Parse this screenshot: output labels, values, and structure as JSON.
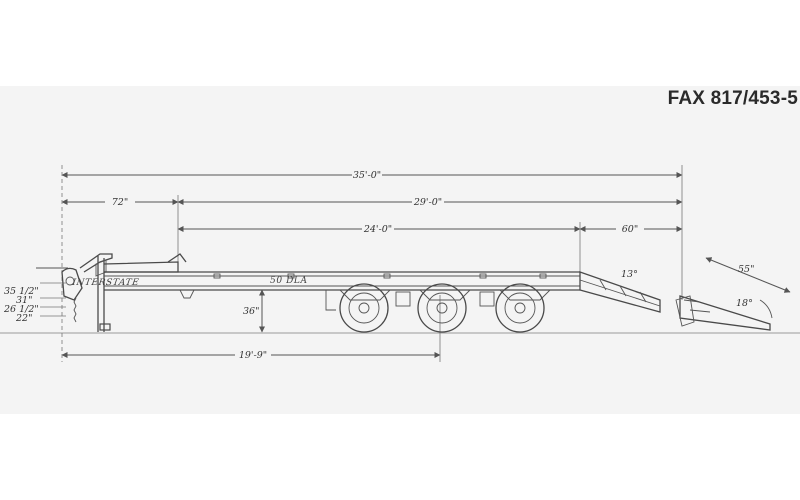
{
  "header": {
    "fax": "FAX 817/453-5"
  },
  "trailer": {
    "brand": "INTERSTATE",
    "model": "50 DLA"
  },
  "dimensions": {
    "overall_length": "35'-0\"",
    "neck_length": "72\"",
    "deck_length": "29'-0\"",
    "main_deck": "24'-0\"",
    "dovetail_length": "60\"",
    "dovetail_angle": "13°",
    "ramp_length": "55\"",
    "ramp_angle": "18°",
    "deck_height": "36\"",
    "hitch_to_axle": "19'-9\"",
    "hitch_h1": "35 1/2\"",
    "hitch_h2": "31\"",
    "hitch_h3": "26 1/2\"",
    "hitch_h4": "22\""
  }
}
